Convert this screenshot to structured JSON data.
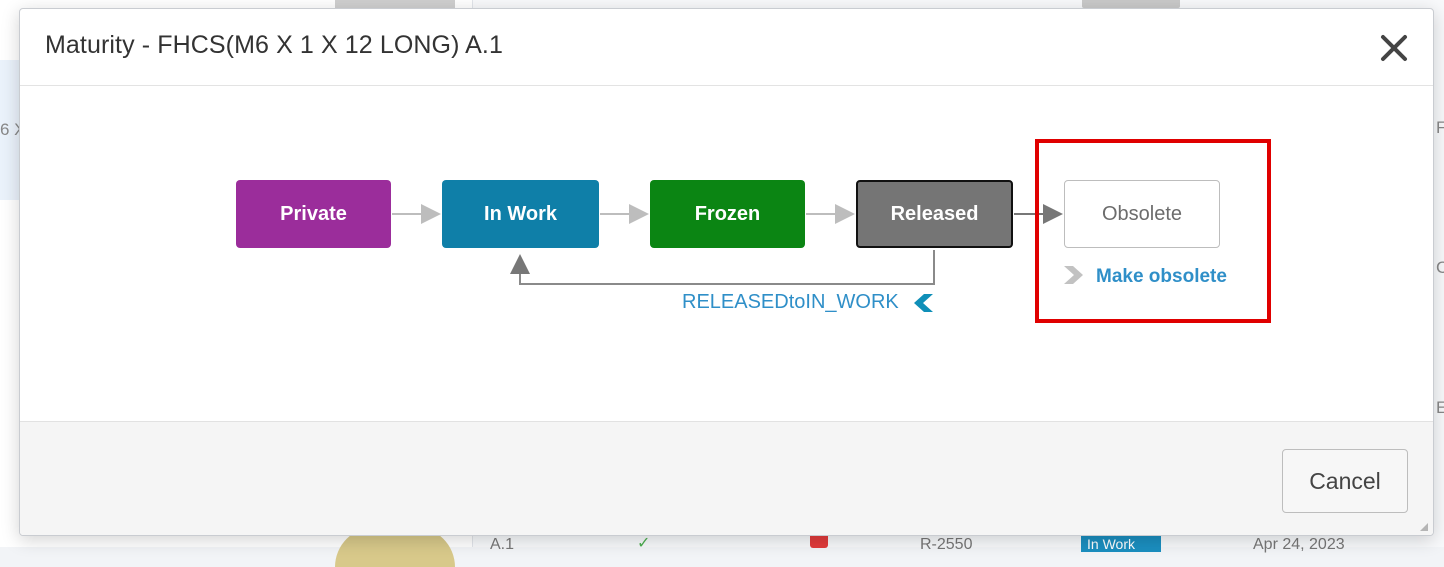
{
  "dialog": {
    "title": "Maturity - FHCS(M6 X 1 X 12 LONG) A.1",
    "close_icon": "close-icon",
    "cancel_label": "Cancel"
  },
  "states": [
    {
      "id": "private",
      "label": "Private",
      "color": "#9b2d9b"
    },
    {
      "id": "inwork",
      "label": "In Work",
      "color": "#0f7fa8"
    },
    {
      "id": "frozen",
      "label": "Frozen",
      "color": "#0b8513"
    },
    {
      "id": "released",
      "label": "Released",
      "color": "#757575",
      "current": true
    },
    {
      "id": "obsolete",
      "label": "Obsolete",
      "color": "#ffffff"
    }
  ],
  "transitions": {
    "back_label": "RELEASEDtoIN_WORK",
    "obsolete_label": "Make obsolete",
    "link_color": "#2f8fc8"
  },
  "highlight": {
    "color": "#e00000"
  },
  "background": {
    "side_left": "6 X",
    "side_right_top": "F",
    "side_right_mid": "C",
    "side_right_low": "E",
    "row_revision": "A.1",
    "row_number": "R-2550",
    "row_status": "In Work",
    "row_date": "Apr 24, 2023"
  }
}
